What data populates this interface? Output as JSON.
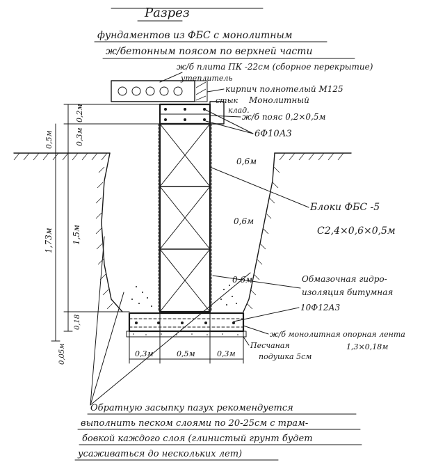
{
  "title": {
    "heading": "Разрез",
    "line1": "фундаментов из ФБС с монолитным",
    "line2": "ж/бетонным поясом по верхней части"
  },
  "labels": {
    "slab": "ж/б плита ПК -22см (сборное перекрытие)",
    "insulation": "утеплитель",
    "brick": "кирпич полнотелый М125",
    "seam": "стык",
    "monolith": "Монолитный",
    "masonry": "клад.",
    "belt": "ж/б пояс 0,2×0,5м",
    "rebar_top": "6Ф10А3",
    "blocks": "Блоки ФБС -5",
    "block_size": "С2,4×0,6×0,5м",
    "waterproof_1": "Обмазочная гидро-",
    "waterproof_2": "изоляция битумная",
    "rebar_bottom": "10Ф12А3",
    "tape_1": "ж/б монолитная опорная лента",
    "tape_2": "1,3×0,18м",
    "sand_1": "Песчаная",
    "sand_2": "подушка 5см"
  },
  "dims": {
    "top_05": "0,5м",
    "d_02": "0,2м",
    "d_03": "0,3м",
    "total": "1,73м",
    "mid": "1,5м",
    "d_018": "0,18",
    "d_005": "0,05м",
    "b1": "0,6м",
    "b2": "0,6м",
    "b3": "0,6м",
    "w1": "0,3м",
    "w2": "0,5м",
    "w3": "0,3м"
  },
  "note": {
    "line1": "Обратную засыпку пазух рекомендуется",
    "line2": "выполнить песком слоями по 20-25см с трам-",
    "line3": "бовкой каждого слоя (глинистый грунт будет",
    "line4": "усаживаться до нескольких лет)"
  }
}
